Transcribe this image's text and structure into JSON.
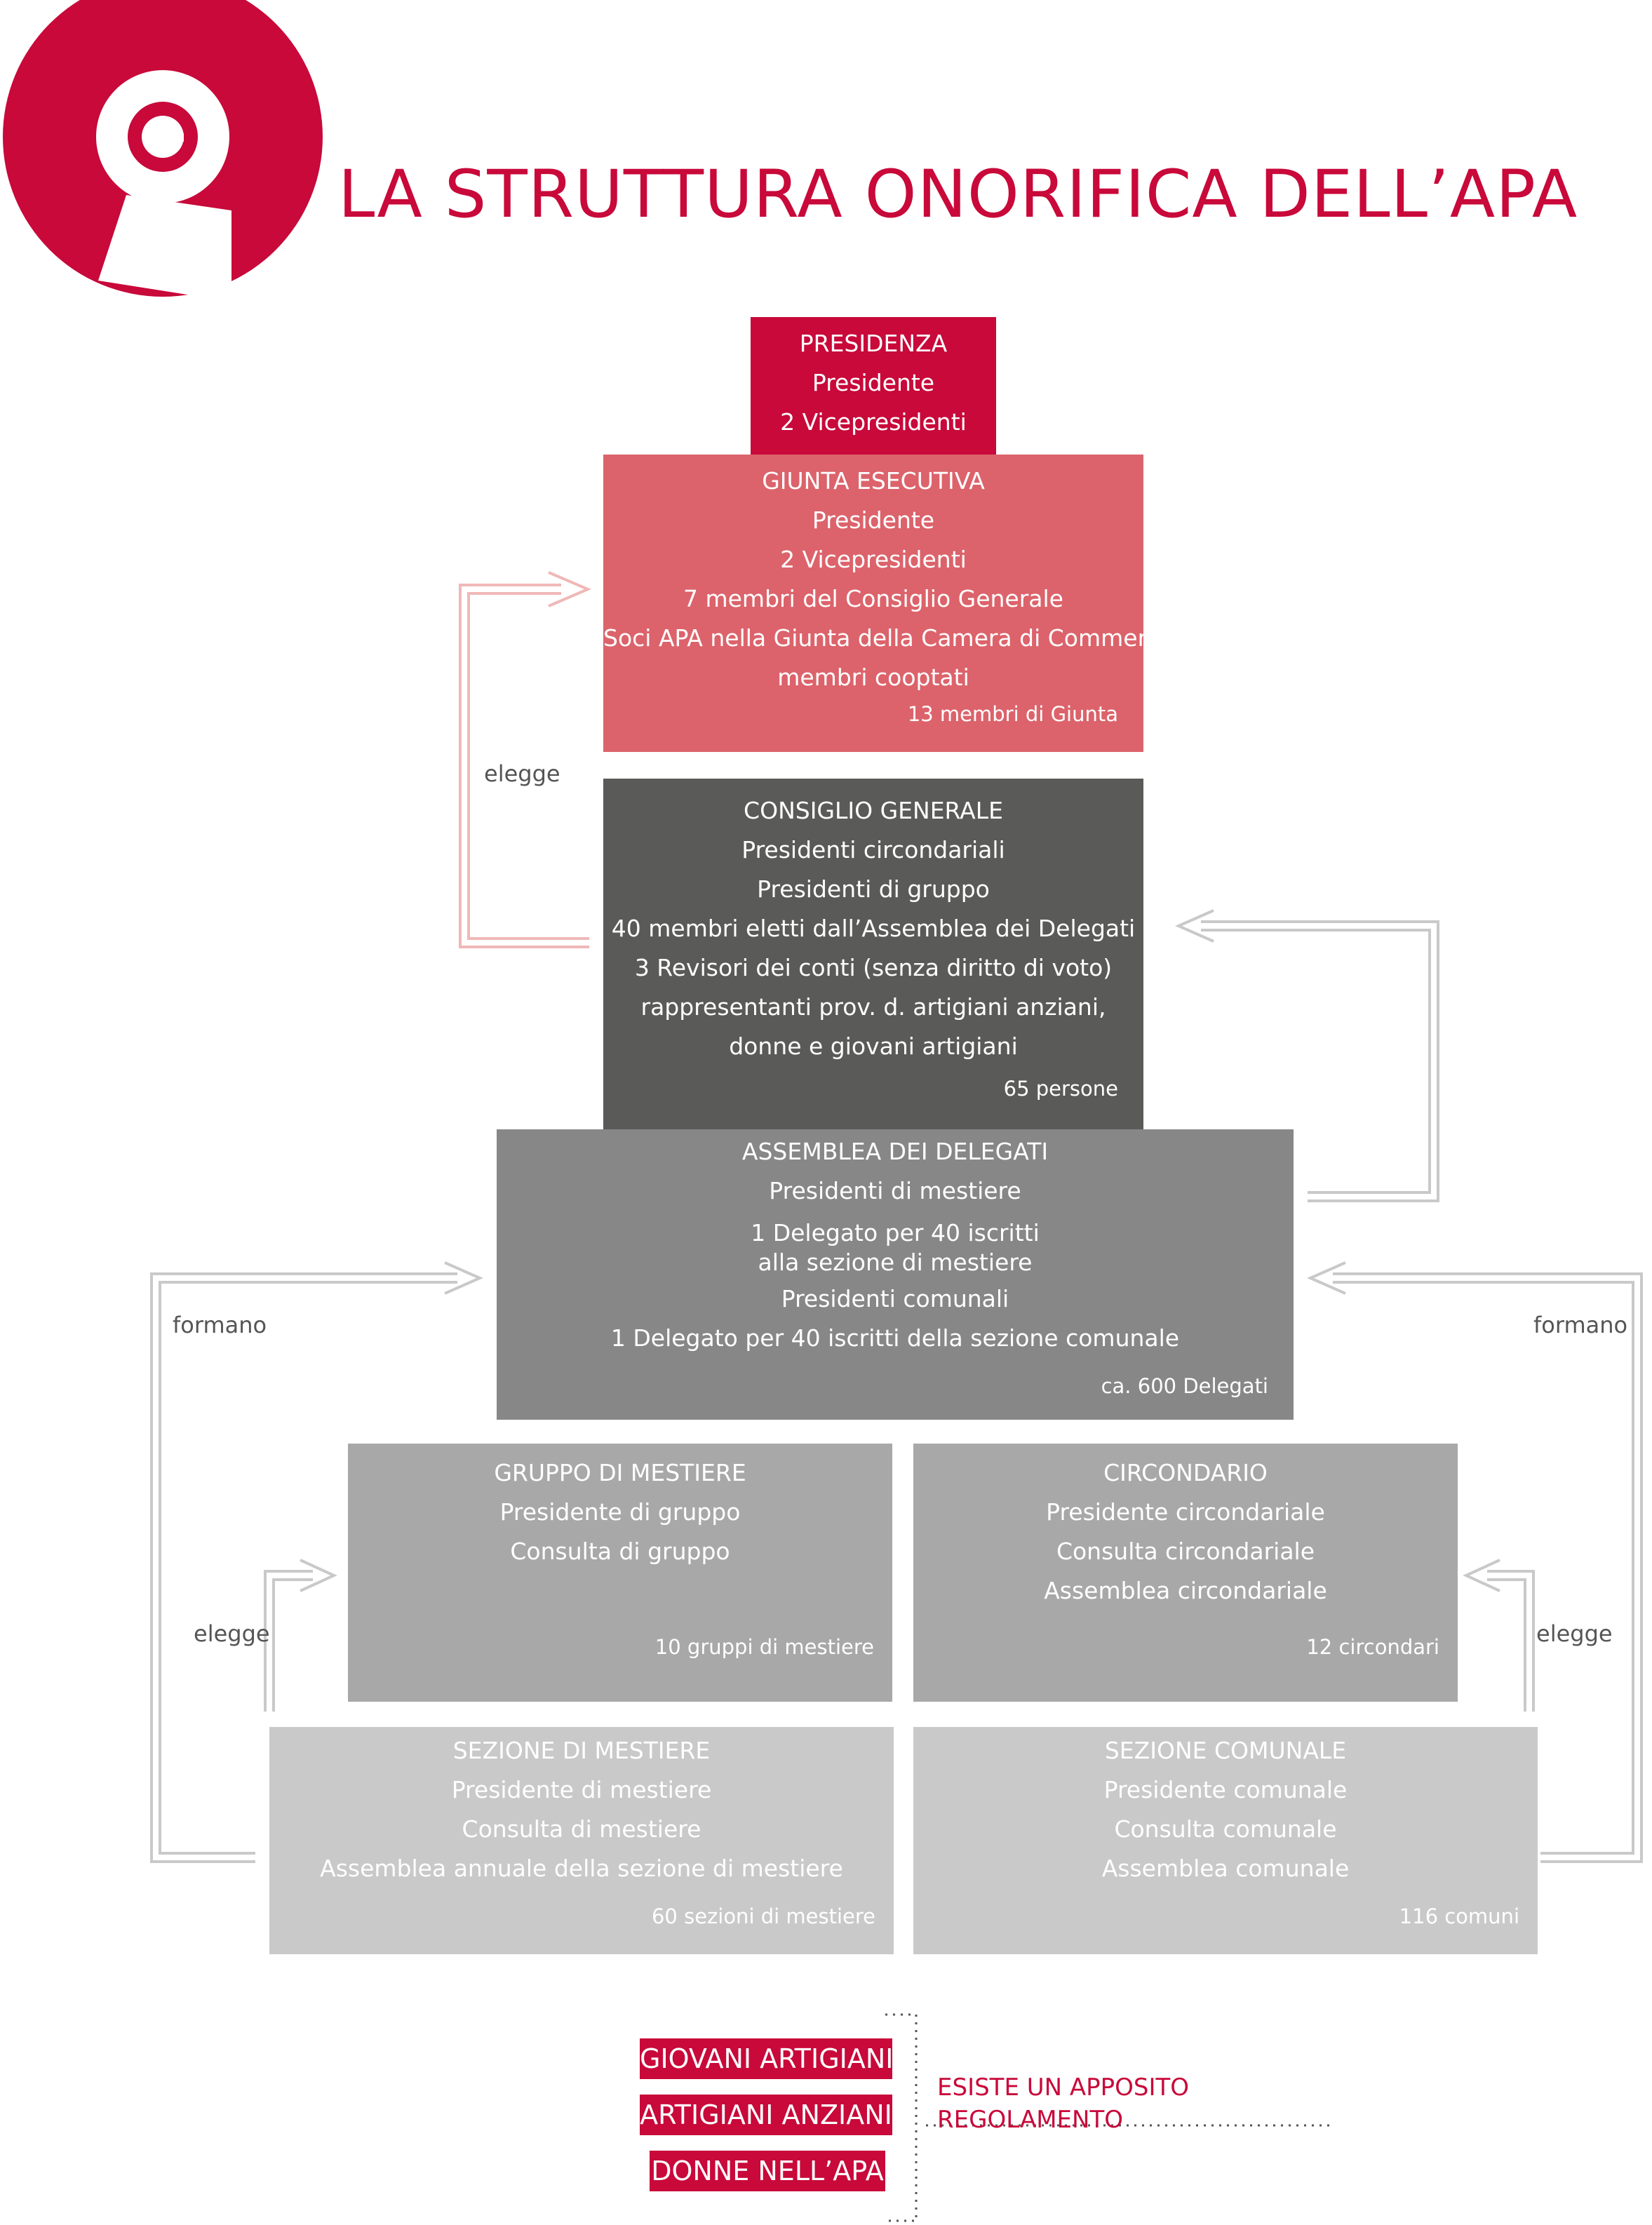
{
  "title": "LA STRUTTURA ONORIFICA DELL’APA",
  "colors": {
    "brand": "#c8093a",
    "giunta": "#dc636b",
    "consiglio": "#5a5a58",
    "assemblea": "#878787",
    "mid": "#a8a8a8",
    "light": "#c9c9c9"
  },
  "logo": {
    "icon": "search-magnifier-icon"
  },
  "boxes": {
    "presidenza": {
      "lines": [
        "PRESIDENZA",
        "Presidente",
        "2 Vicepresidenti"
      ]
    },
    "giunta": {
      "lines": [
        "GIUNTA ESECUTIVA",
        "Presidente",
        "2 Vicepresidenti",
        "7 membri del Consiglio Generale",
        "Soci APA nella Giunta della Camera di Commercio",
        "membri cooptati"
      ],
      "count": "13 membri di Giunta"
    },
    "consiglio": {
      "lines": [
        "CONSIGLIO GENERALE",
        "Presidenti circondariali",
        "Presidenti di gruppo",
        "40 membri eletti dall’Assemblea dei Delegati",
        "3 Revisori dei conti (senza diritto di voto)",
        "rappresentanti prov. d. artigiani anziani,",
        "donne e giovani artigiani"
      ],
      "count": "65 persone"
    },
    "assemblea": {
      "lines": [
        "ASSEMBLEA DEI DELEGATI",
        "Presidenti di mestiere",
        "1 Delegato per 40 iscritti",
        "alla sezione di mestiere",
        "Presidenti comunali",
        "1 Delegato per 40 iscritti della sezione comunale"
      ],
      "count": "ca. 600 Delegati"
    },
    "gruppo": {
      "lines": [
        "GRUPPO DI MESTIERE",
        "Presidente di gruppo",
        "Consulta di gruppo"
      ],
      "count": "10 gruppi di mestiere"
    },
    "circondario": {
      "lines": [
        "CIRCONDARIO",
        "Presidente circondariale",
        "Consulta circondariale",
        "Assemblea circondariale"
      ],
      "count": "12 circondari"
    },
    "sezione_mestiere": {
      "lines": [
        "SEZIONE DI MESTIERE",
        "Presidente di mestiere",
        "Consulta di mestiere",
        "Assemblea annuale della sezione di mestiere"
      ],
      "count": "60 sezioni di mestiere"
    },
    "sezione_comunale": {
      "lines": [
        "SEZIONE COMUNALE",
        "Presidente comunale",
        "Consulta comunale",
        "Assemblea comunale"
      ],
      "count": "116 comuni"
    }
  },
  "arrows": {
    "elegge_top": "elegge",
    "formano_left": "formano",
    "formano_right": "formano",
    "elegge_left": "elegge",
    "elegge_right": "elegge"
  },
  "tags": [
    "GIOVANI ARTIGIANI",
    "ARTIGIANI ANZIANI",
    "DONNE NELL’APA"
  ],
  "note": {
    "line1": "ESISTE UN APPOSITO",
    "line2": "REGOLAMENTO"
  }
}
